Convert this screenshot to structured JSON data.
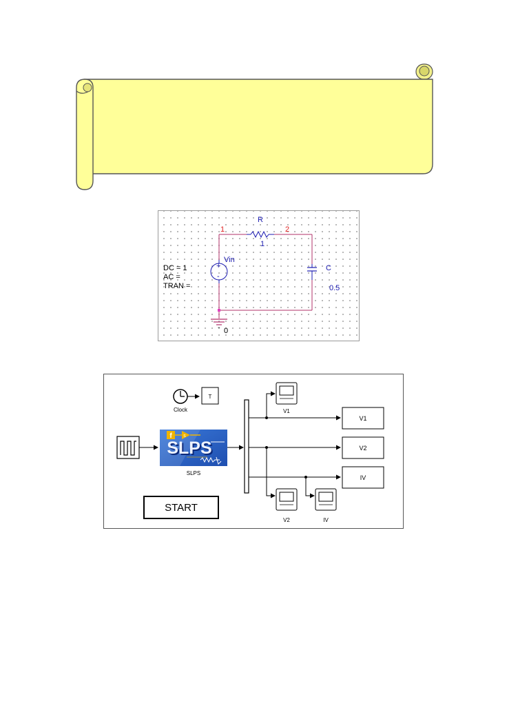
{
  "pspice": {
    "resistor_name": "R",
    "resistor_value": "1",
    "node_1": "1",
    "node_2": "2",
    "source_name": "Vin",
    "source_dc": "DC = 1",
    "source_ac": "AC =",
    "source_tran": "TRAN =",
    "capacitor_name": "C",
    "capacitor_value": "0.5",
    "ground_node": "0",
    "colors": {
      "wire": "#b0306a",
      "label": "#1a1ab0",
      "node": "#e02020"
    }
  },
  "simulink": {
    "clock_label": "Clock",
    "clock_display": "T",
    "slps_logo": "SLPS",
    "slps_label": "SLPS",
    "slps_badge_f": "f",
    "slps_badge_s": "s",
    "scope_labels": [
      "V1",
      "V2",
      "IV"
    ],
    "outputs": [
      "V1",
      "V2",
      "IV"
    ],
    "start_label": "START",
    "colors": {
      "slps_bg": "#2e64c8",
      "badge": "#f0b400"
    }
  }
}
